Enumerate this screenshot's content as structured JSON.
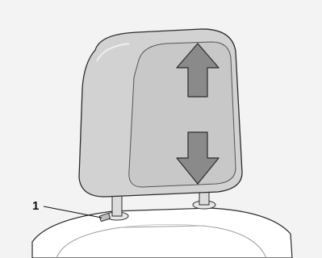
{
  "diagram": {
    "callouts": [
      {
        "id": "1",
        "label": "1",
        "target": "headrest-release-button"
      }
    ]
  },
  "colors": {
    "background": "#f3f3f3",
    "seat_fill": "#ffffff",
    "headrest_fill": "#d2d2d2",
    "headrest_panel": "#c9c9c9",
    "arrow_fill": "#8a8a8a",
    "outline": "#2b2b2b",
    "label": "#111111"
  },
  "icons": {
    "up_arrow": "arrow-up-icon",
    "down_arrow": "arrow-down-icon"
  }
}
